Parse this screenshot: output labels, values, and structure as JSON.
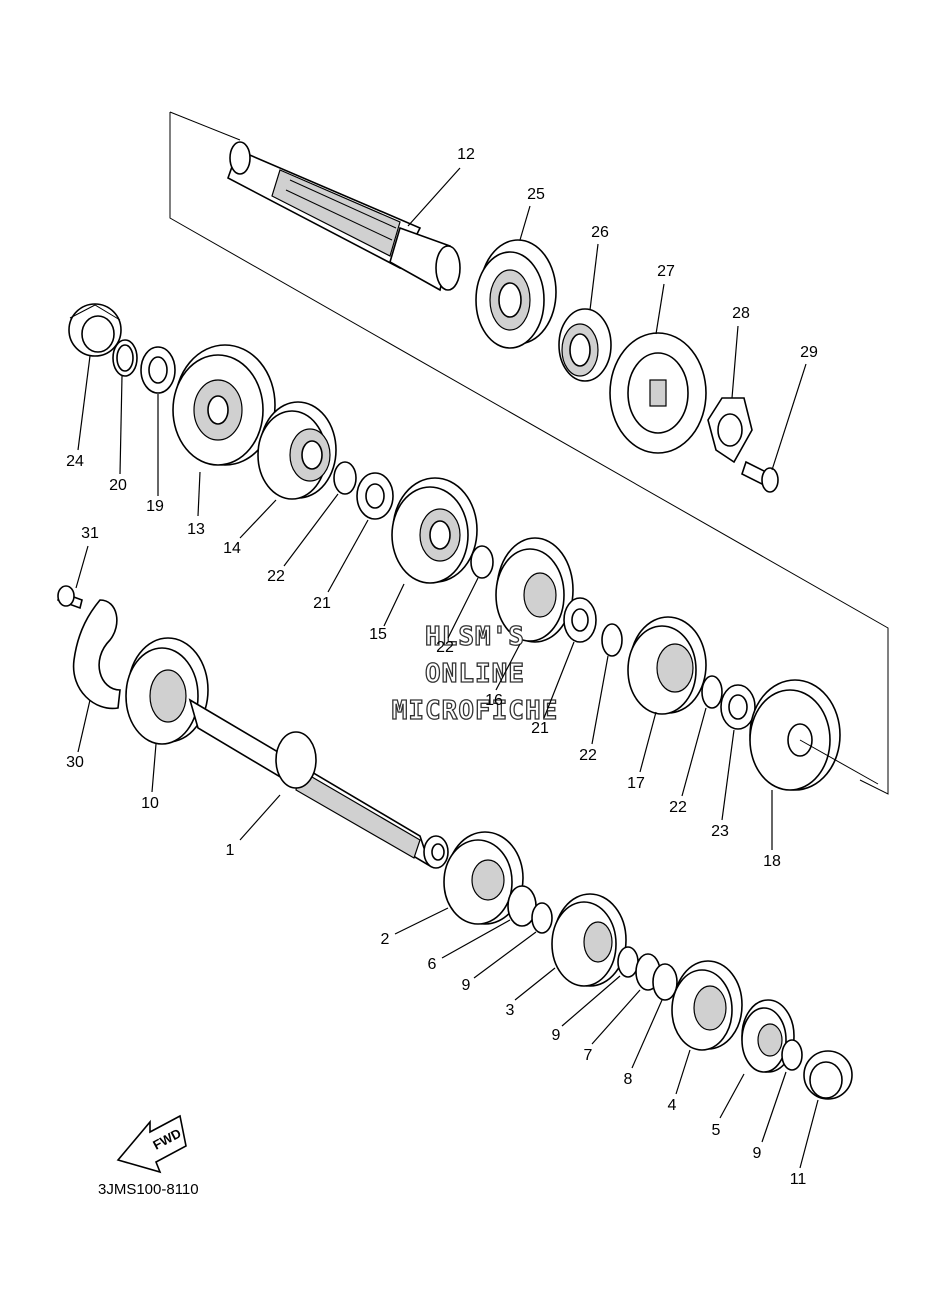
{
  "watermark": {
    "line1": "HLSM'S",
    "line2": "ONLINE",
    "line3": "MICROFICHE"
  },
  "fwd_label": "FWD",
  "drawing_code": "3JMS100-8110",
  "callouts": [
    "1",
    "2",
    "3",
    "4",
    "5",
    "6",
    "7",
    "8",
    "9",
    "9",
    "9",
    "10",
    "11",
    "12",
    "13",
    "14",
    "15",
    "16",
    "17",
    "18",
    "19",
    "20",
    "21",
    "21",
    "22",
    "22",
    "22",
    "22",
    "23",
    "24",
    "25",
    "26",
    "27",
    "28",
    "29",
    "30",
    "31"
  ]
}
